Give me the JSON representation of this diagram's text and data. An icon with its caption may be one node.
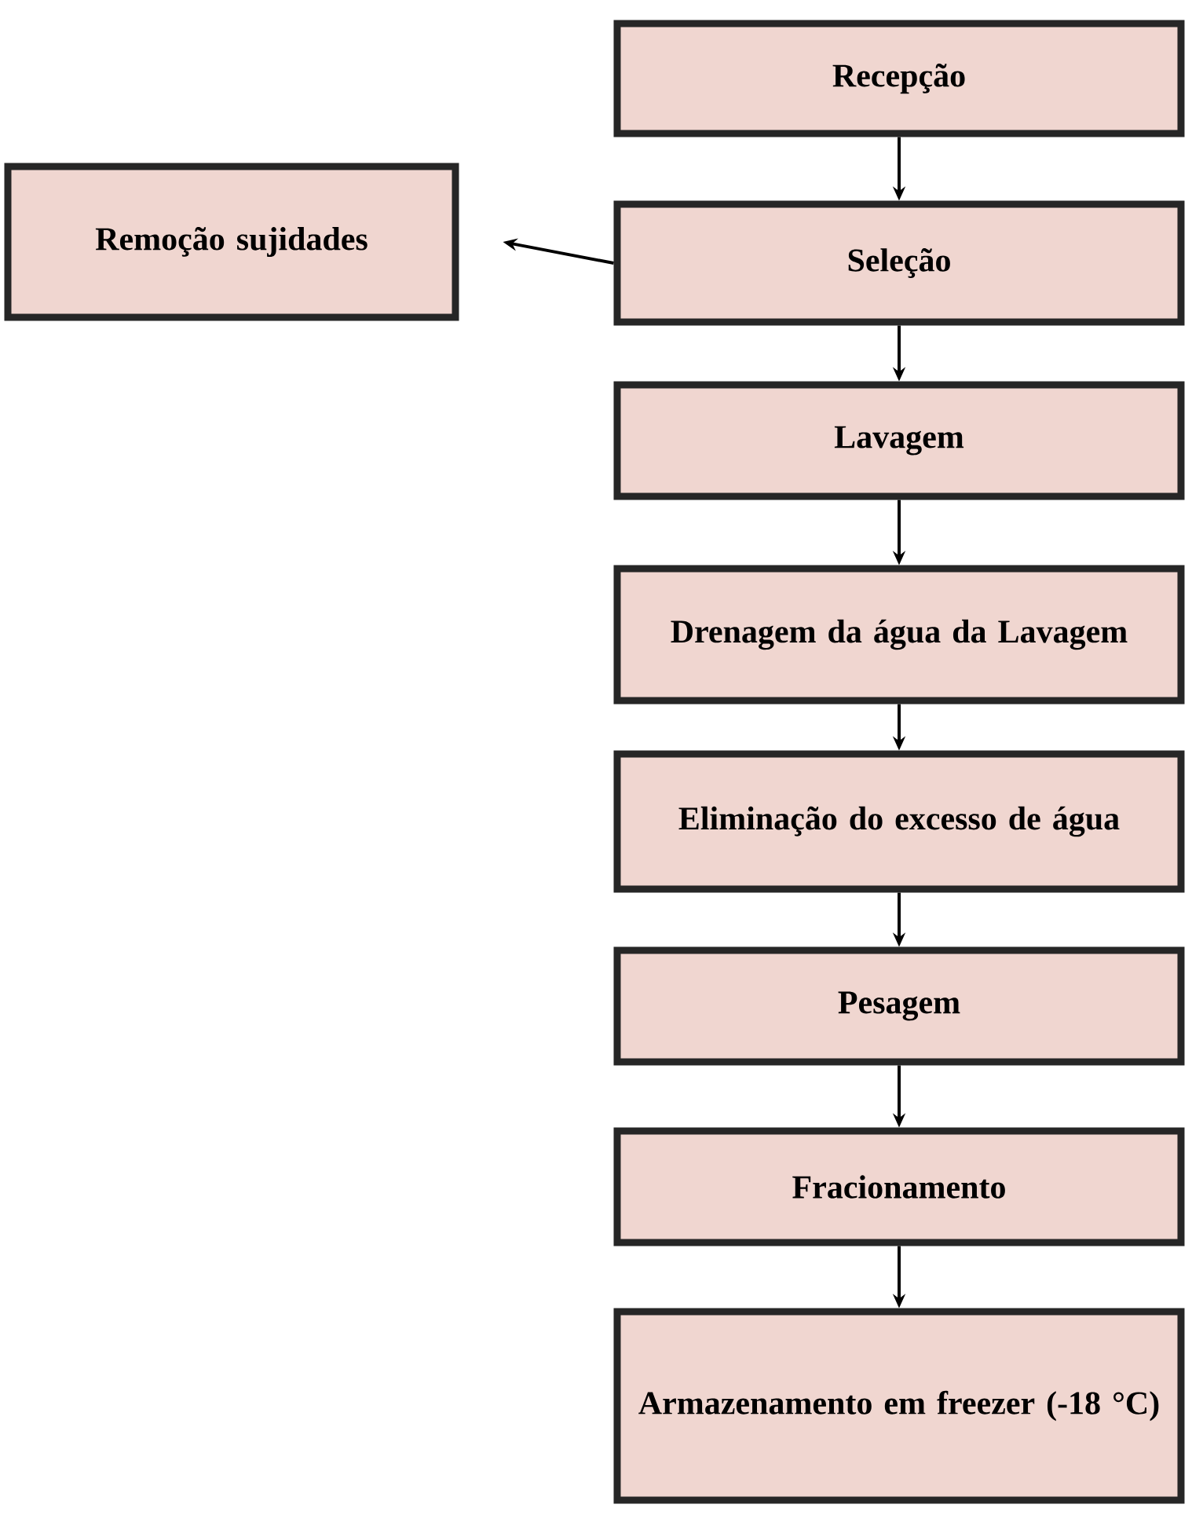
{
  "diagram": {
    "nodes": [
      {
        "text": [
          "Recepção"
        ]
      },
      {
        "text": [
          "Remoção sujidades"
        ]
      },
      {
        "text": [
          "Seleção"
        ]
      },
      {
        "text": [
          "Lavagem"
        ]
      },
      {
        "text": [
          "Drenagem da água da Lavagem"
        ]
      },
      {
        "text": [
          "Eliminação do excesso de água"
        ]
      },
      {
        "text": [
          "Pesagem"
        ]
      },
      {
        "text": [
          "Fracionamento"
        ]
      },
      {
        "text": [
          "Armazenamento em freezer (-18 °C)"
        ]
      }
    ],
    "edges": [
      {
        "from": 0,
        "to": 2,
        "arrow": "to"
      },
      {
        "from": 2,
        "to": 1,
        "arrow": "to"
      },
      {
        "from": 2,
        "to": 3,
        "arrow": "to"
      },
      {
        "from": 3,
        "to": 4,
        "arrow": "to"
      },
      {
        "from": 4,
        "to": 5,
        "arrow": "to"
      },
      {
        "from": 5,
        "to": 6,
        "arrow": "to"
      },
      {
        "from": 6,
        "to": 7,
        "arrow": "to"
      },
      {
        "from": 7,
        "to": 8,
        "arrow": "to"
      }
    ]
  }
}
